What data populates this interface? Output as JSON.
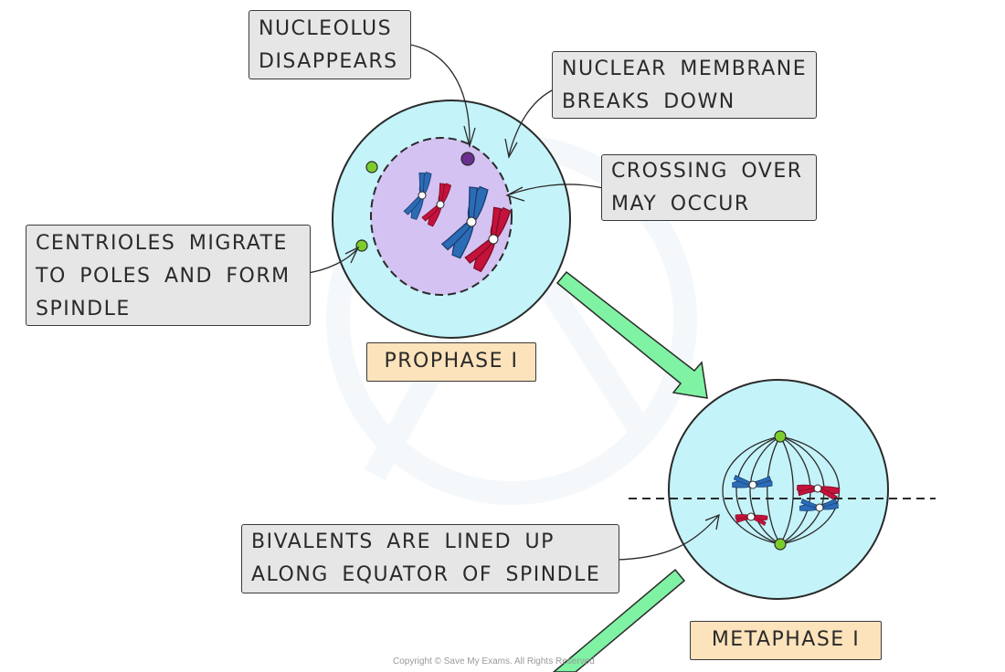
{
  "labels": {
    "nucleolus": [
      "NUCLEOLUS",
      "DISAPPEARS"
    ],
    "membrane": [
      "NUCLEAR MEMBRANE",
      "BREAKS DOWN"
    ],
    "crossing": [
      "CROSSING OVER",
      "MAY OCCUR"
    ],
    "centrioles": [
      "CENTRIOLES MIGRATE",
      "TO POLES AND FORM",
      "SPINDLE"
    ],
    "bivalents": [
      "BIVALENTS ARE LINED UP",
      "ALONG EQUATOR OF SPINDLE"
    ]
  },
  "stages": {
    "prophase": "PROPHASE I",
    "metaphase": "METAPHASE I"
  },
  "copyright": "Copyright © Save My Exams. All Rights Reserved",
  "colors": {
    "cytoplasm": "#c4f3f9",
    "nucleus": "#d4c2f2",
    "chromosome_blue": "#2b6cb6",
    "chromosome_red": "#c4123b",
    "centriole": "#7ccd2c",
    "nucleolus": "#6b2f8f",
    "arrow": "#7ff2a3",
    "label_bg": "#e6e6e6",
    "stage_bg": "#fde3bb"
  }
}
